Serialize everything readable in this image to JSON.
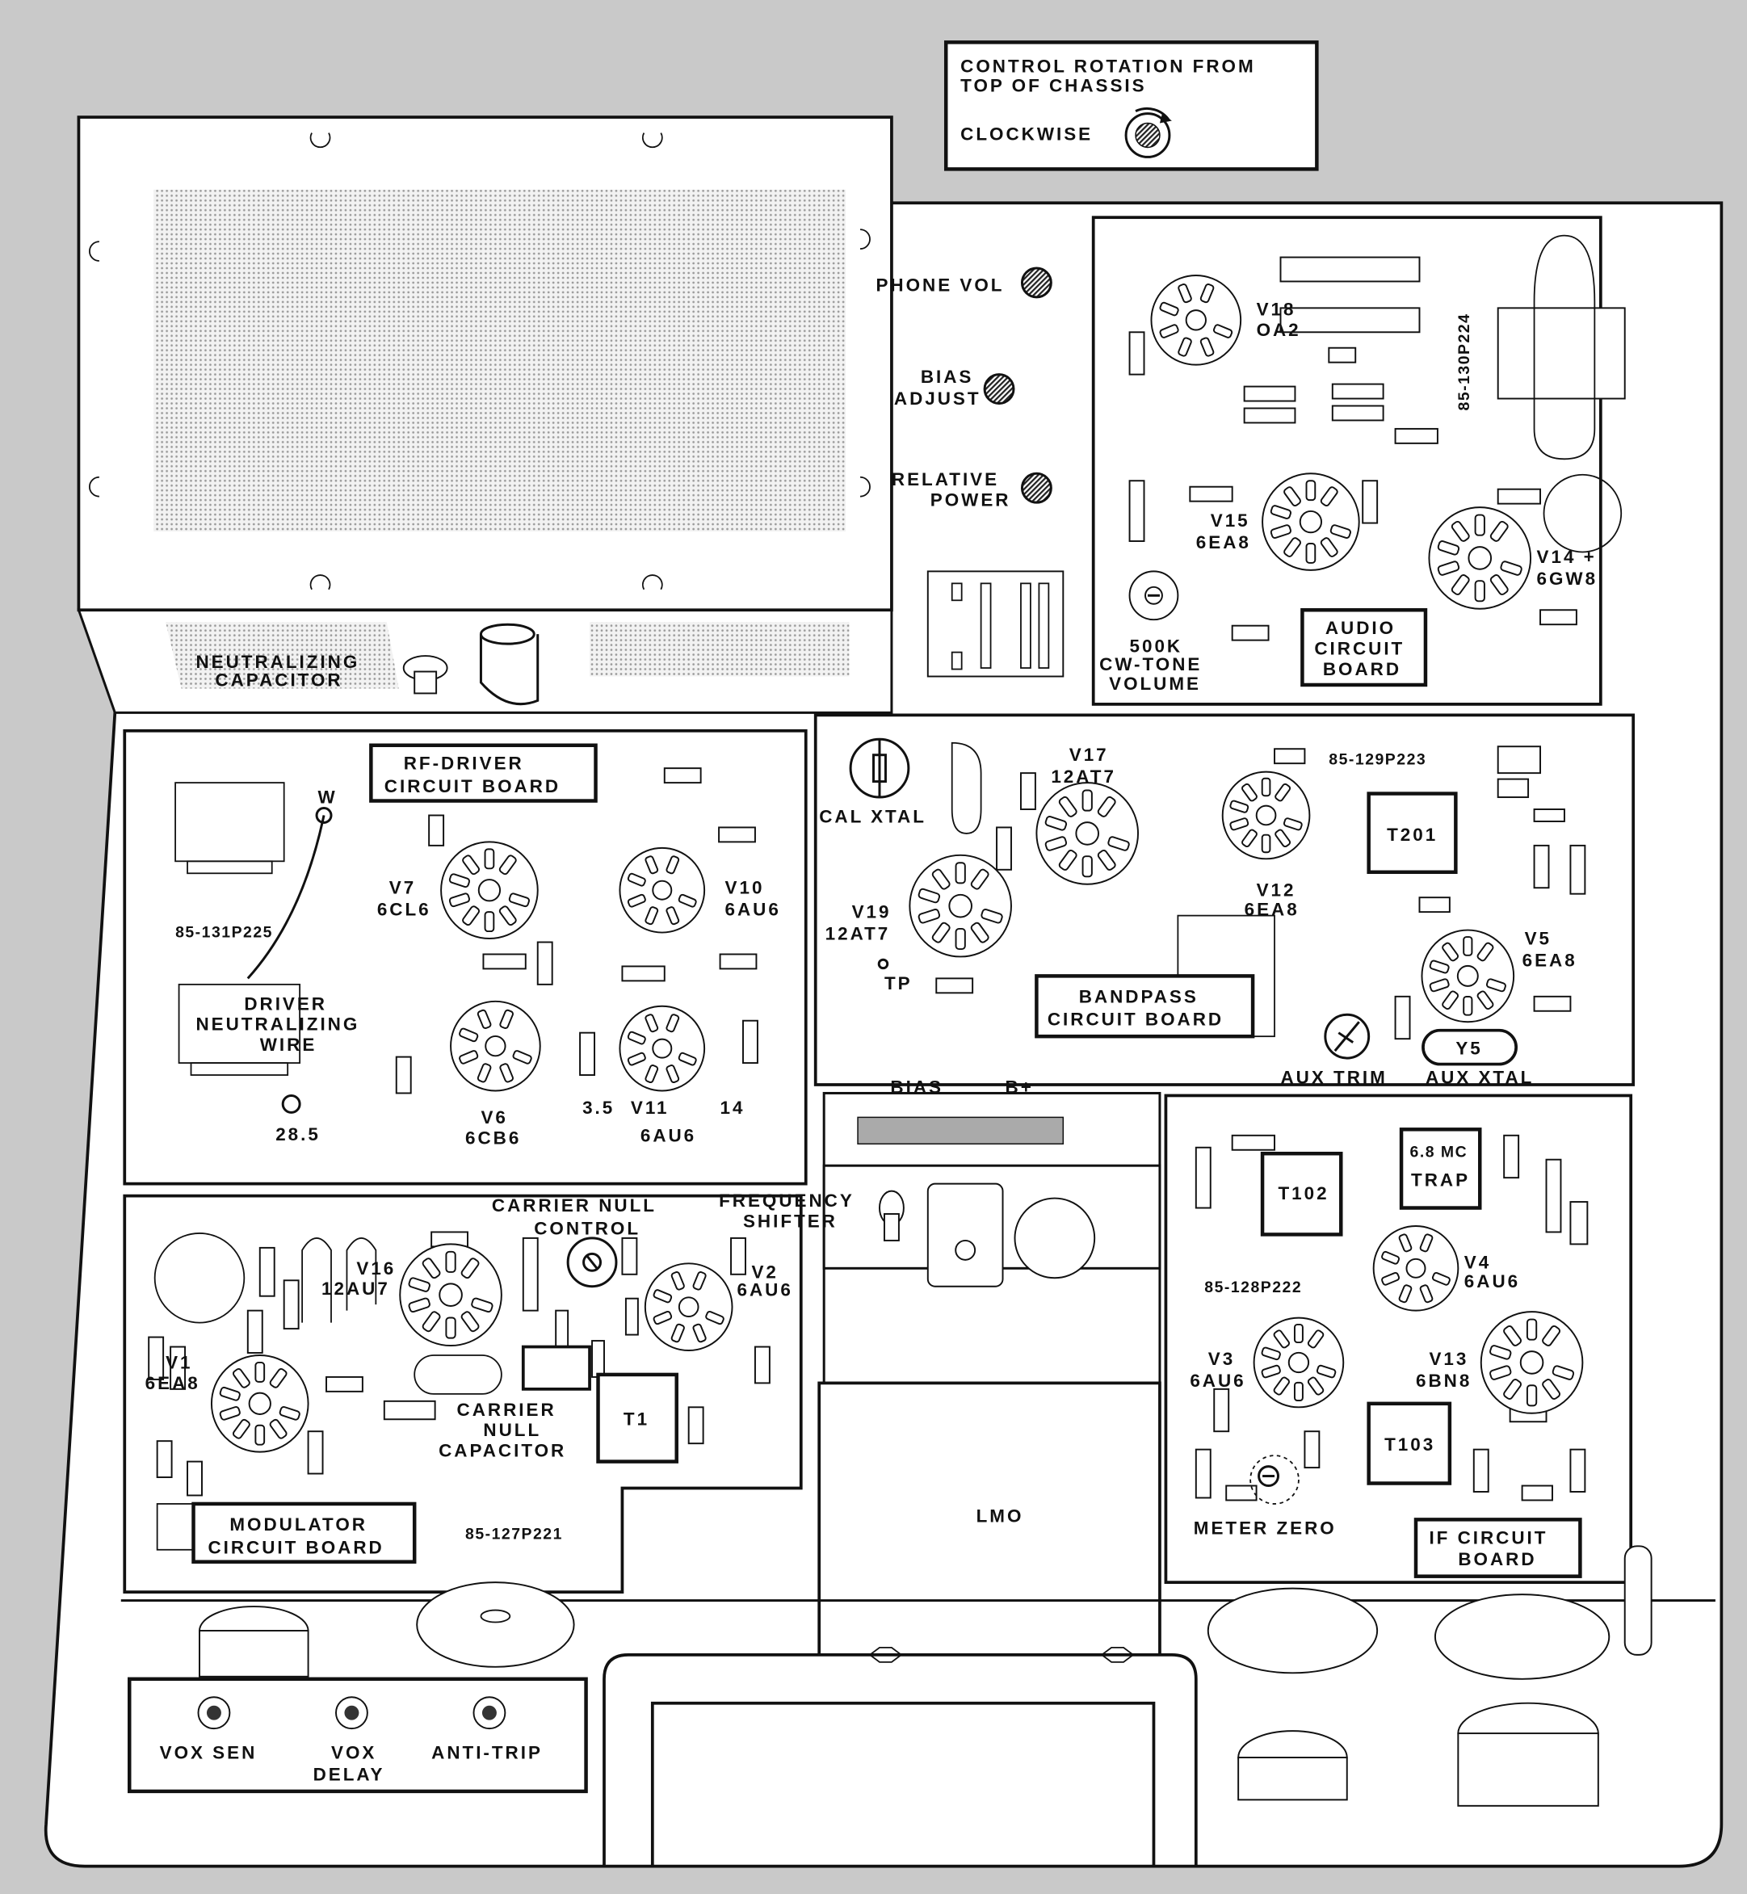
{
  "rotation_note": {
    "line1": "CONTROL ROTATION FROM",
    "line2": "TOP OF CHASSIS",
    "direction": "CLOCKWISE"
  },
  "front_panel": {
    "phone_vol": "PHONE VOL",
    "bias": "BIAS",
    "adjust": "ADJUST",
    "relative": "RELATIVE",
    "power": "POWER"
  },
  "speaker": {
    "neutralizing": "NEUTRALIZING",
    "capacitor": "CAPACITOR"
  },
  "audio_board": {
    "title1": "AUDIO",
    "title2": "CIRCUIT",
    "title3": "BOARD",
    "part_number": "85-130P224",
    "v18": "V18",
    "v18_type": "OA2",
    "v15": "V15",
    "v15_type": "6EA8",
    "v14": "V14 +",
    "v14_type": "6GW8",
    "pot_value": "500K",
    "pot_name1": "CW-TONE",
    "pot_name2": "VOLUME"
  },
  "rf_driver_board": {
    "title1": "RF-DRIVER",
    "title2": "CIRCUIT BOARD",
    "w": "W",
    "part_number": "85-131P225",
    "wire1": "DRIVER",
    "wire2": "NEUTRALIZING",
    "wire3": "WIRE",
    "v7": "V7",
    "v7_type": "6CL6",
    "v10": "V10",
    "v10_type": "6AU6",
    "v6": "V6",
    "v6_type": "6CB6",
    "v11": "V11",
    "v11_type": "6AU6",
    "tp_35": "3.5",
    "tp_14": "14",
    "tp_285": "28.5"
  },
  "bandpass_board": {
    "title1": "BANDPASS",
    "title2": "CIRCUIT BOARD",
    "cal_xtal": "CAL XTAL",
    "part_number": "85-129P223",
    "v17": "V17",
    "v17_type": "12AT7",
    "v19": "V19",
    "v19_type": "12AT7",
    "tp": "TP",
    "v12": "V12",
    "v12_type": "6EA8",
    "t201": "T201",
    "v5": "V5",
    "v5_type": "6EA8",
    "y5": "Y5",
    "aux_trim": "AUX TRIM",
    "aux_xtal": "AUX XTAL"
  },
  "lmo": {
    "bias": "BIAS",
    "bplus": "B+",
    "freq1": "FREQUENCY",
    "freq2": "SHIFTER",
    "label": "LMO"
  },
  "if_board": {
    "title1": "IF CIRCUIT",
    "title2": "BOARD",
    "t102": "T102",
    "trap1": "6.8 MC",
    "trap2": "TRAP",
    "part_number": "85-128P222",
    "v4": "V4",
    "v4_type": "6AU6",
    "v3": "V3",
    "v3_type": "6AU6",
    "v13": "V13",
    "v13_type": "6BN8",
    "t103": "T103",
    "meter_zero": "METER ZERO"
  },
  "modulator_board": {
    "title1": "MODULATOR",
    "title2": "CIRCUIT BOARD",
    "cn_control1": "CARRIER NULL",
    "cn_control2": "CONTROL",
    "v16": "V16",
    "v16_type": "12AU7",
    "v2": "V2",
    "v2_type": "6AU6",
    "v1": "V1",
    "v1_type": "6EA8",
    "t1": "T1",
    "cap1": "CARRIER",
    "cap2": "NULL",
    "cap3": "CAPACITOR",
    "part_number": "85-127P221"
  },
  "rear_controls": {
    "vox_sen": "VOX SEN",
    "vox": "VOX",
    "delay": "DELAY",
    "anti_trip": "ANTI-TRIP"
  }
}
